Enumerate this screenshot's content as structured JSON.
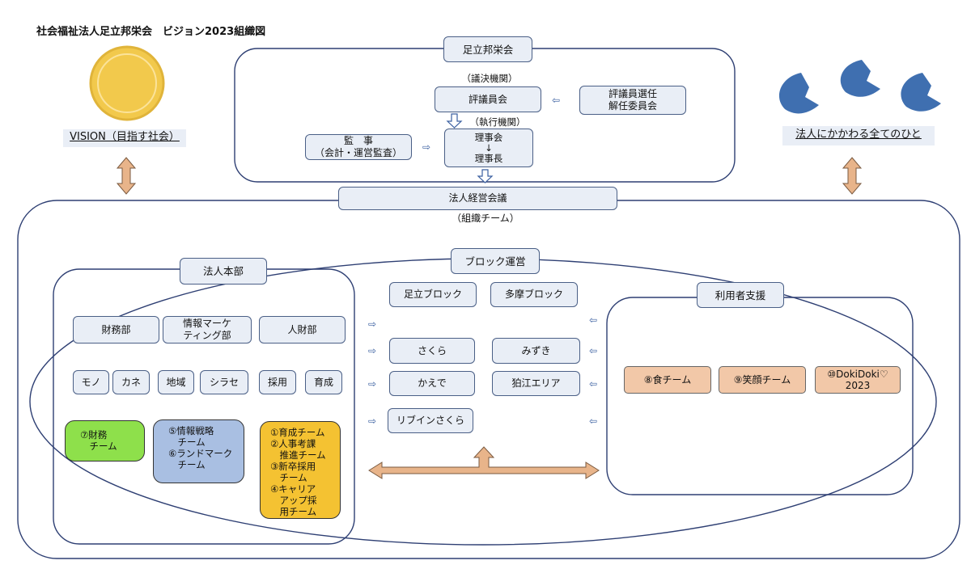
{
  "title": "社会福祉法人足立邦栄会　ビジョン2023組織図",
  "vision_label": "VISION（目指す社会）",
  "people_label": "法人にかかわる全てのひと",
  "governance": {
    "header": "足立邦栄会",
    "resolution_caption": "（議決機関）",
    "council": "評議員会",
    "election_committee": "評議員選任\n解任委員会",
    "executive_caption": "（執行機関）",
    "auditor": "監　事\n（会計・運営監査）",
    "board": "理事会\n↓\n理事長"
  },
  "management_meeting": "法人経営会議",
  "org_team_caption": "（組織チーム）",
  "hq": {
    "header": "法人本部",
    "departments": [
      "財務部",
      "情報マーケ\nティング部",
      "人財部"
    ],
    "sections": [
      "モノ",
      "カネ",
      "地域",
      "シラセ",
      "採用",
      "育成"
    ],
    "teams": [
      {
        "text": "⑦財務\n　チーム",
        "color": "#8ee04b"
      },
      {
        "text": "⑤情報戦略\n　チーム\n⑥ランドマーク\n　チーム",
        "color": "#a9bfe2"
      },
      {
        "text": "①育成チーム\n②人事考課\n　推進チーム\n③新卒採用\n　チーム\n④キャリア\n　アップ採\n　用チーム",
        "color": "#f4c232"
      }
    ]
  },
  "block": {
    "header": "ブロック運営",
    "blocks": [
      "足立ブロック",
      "多摩ブロック"
    ],
    "facilities": [
      "さくら",
      "みずき",
      "かえで",
      "狛江エリア",
      "リブインさくら"
    ]
  },
  "user_support": {
    "header": "利用者支援",
    "teams": [
      "⑧食チーム",
      "⑨笑顔チーム",
      "⑩DokiDoki♡\n2023"
    ]
  },
  "colors": {
    "box_fill": "#e9eef6",
    "box_border": "#4a5f86",
    "sun": "#f2c94c",
    "birds": "#3f6fb0",
    "arrow": "#e8b48a"
  }
}
